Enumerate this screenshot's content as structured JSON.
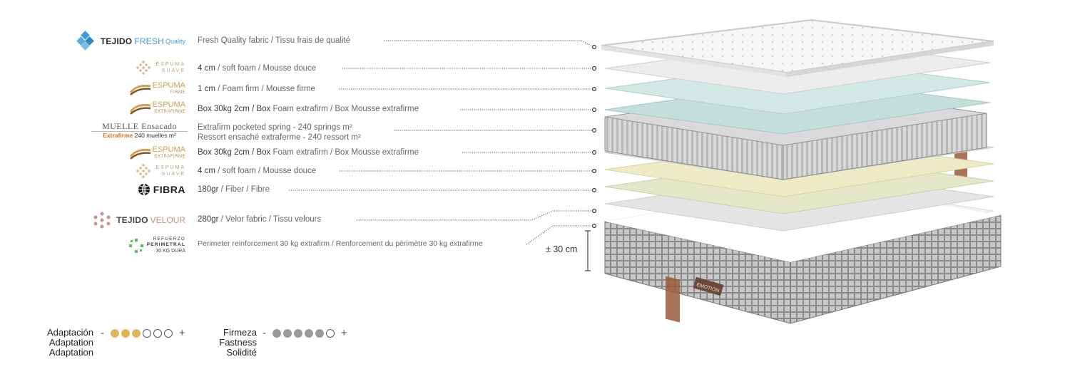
{
  "layers": [
    {
      "logo": {
        "line1": "TEJIDO",
        "line2": "FRESH",
        "line3": "Quality"
      },
      "desc_bold": "Fresh Quality fabric",
      "desc_rest": " / Tissu frais de qualité"
    },
    {
      "logo": {
        "line1": "ESPUMA",
        "line2": "SUAVE"
      },
      "desc_bold": "4 cm",
      "desc_rest": " / soft foam / Mousse douce"
    },
    {
      "logo": {
        "line1": "ESPUMA",
        "line2": "FIRME"
      },
      "desc_bold": "1 cm",
      "desc_rest": " / Foam firm / Mousse firme"
    },
    {
      "logo": {
        "line1": "ESPUMA",
        "line2": "EXTRAFIRME"
      },
      "desc_bold": "Box 30kg 2cm / Box",
      "desc_rest": " Foam extrafirm / Box Mousse extrafirme"
    },
    {
      "logo": {
        "line1": "MUELLE Ensacado",
        "line2": "Extrafirme",
        "line3": "240 muelles m²"
      },
      "desc_line1": "Extrafirm pocketed spring  - 240 springs m²",
      "desc_line2": "Ressort ensaché extraferme - 240 ressort  m²"
    },
    {
      "logo": {
        "line1": "ESPUMA",
        "line2": "EXTRAFIRME"
      },
      "desc_bold": "Box 30kg 2cm / Box",
      "desc_rest": " Foam extrafirm / Box Mousse extrafirme"
    },
    {
      "logo": {
        "line1": "ESPUMA",
        "line2": "SUAVE"
      },
      "desc_bold": "4 cm",
      "desc_rest": " / soft foam / Mousse douce"
    },
    {
      "logo": {
        "line1": "FIBRA"
      },
      "desc_bold": "180gr",
      "desc_rest": " / Fiber / Fibre"
    },
    {
      "logo": {
        "line1": "TEJIDO",
        "line2": "VELOUR"
      },
      "desc_bold": "280gr",
      "desc_rest": " / Velor fabric / Tissu velours"
    },
    {
      "logo": {
        "line1": "REFUERZO",
        "line2": "PERIMETRAL",
        "line3": "30 KG DURA"
      },
      "desc_rest": "Perimeter reinforcement 30 kg extrafirm / Renforcement du périmètre 30 kg extrafirme"
    }
  ],
  "height_label": "± 30 cm",
  "brand_tag": "EMOTION",
  "adaptation": {
    "labels": [
      "Adaptación",
      "Adaptation",
      "Adaptation"
    ],
    "minus": "-",
    "plus": "+",
    "filled": 3,
    "total": 6
  },
  "firmness": {
    "labels": [
      "Firmeza",
      "Fastness",
      "Solidité"
    ],
    "minus": "-",
    "plus": "+",
    "filled": 5,
    "total": 6
  },
  "colors": {
    "gold": "#e2b65a",
    "gray": "#9a9a9a",
    "fresh_blue": "#3f9ad6",
    "velour_pink": "#c99389",
    "reinforce_green": "#5cb85c"
  }
}
